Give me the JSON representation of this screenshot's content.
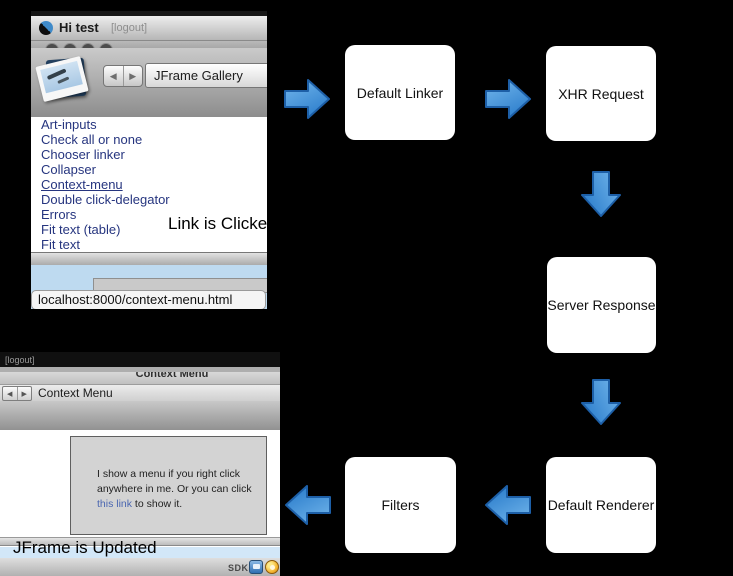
{
  "annotations": {
    "link_clicked": "Link is Clicked",
    "jframe_updated": "JFrame is Updated"
  },
  "flow_boxes": {
    "default_linker": "Default Linker",
    "xhr_request": "XHR Request",
    "server_response": "Server Response",
    "default_renderer": "Default Renderer",
    "filters": "Filters"
  },
  "top_window": {
    "title": "Hi test",
    "logout_label": "[logout]",
    "back_glyph": "◀",
    "forward_glyph": "▶",
    "gallery_title": "JFrame Gallery",
    "links": [
      "Art-inputs",
      "Check all or none",
      "Chooser linker",
      "Collapser",
      "Context-menu",
      "Double click-delegator",
      "Errors",
      "Fit text (table)",
      "Fit text"
    ],
    "status_url": "localhost:8000/context-menu.html"
  },
  "bottom_window": {
    "logout_label": "[logout]",
    "window_title": "Context Menu",
    "back_glyph": "◀",
    "forward_glyph": "▶",
    "nav_title": "Context Menu",
    "demo_line1": "I show a menu if you right click",
    "demo_line2": "anywhere in me. Or you can click",
    "demo_link": "this link",
    "demo_line3_rest": " to show it.",
    "sdk_label": "SDK"
  },
  "colors": {
    "background": "#000000",
    "arrow_fill_light": "#6db3ea",
    "arrow_fill_dark": "#3584cf",
    "arrow_border": "#1d5fa7",
    "link_blue": "#26357f",
    "status_bar_blue": "#d2e7f8",
    "panel_blue": "#bedaf0",
    "box_grey": "#d3d3d3"
  }
}
